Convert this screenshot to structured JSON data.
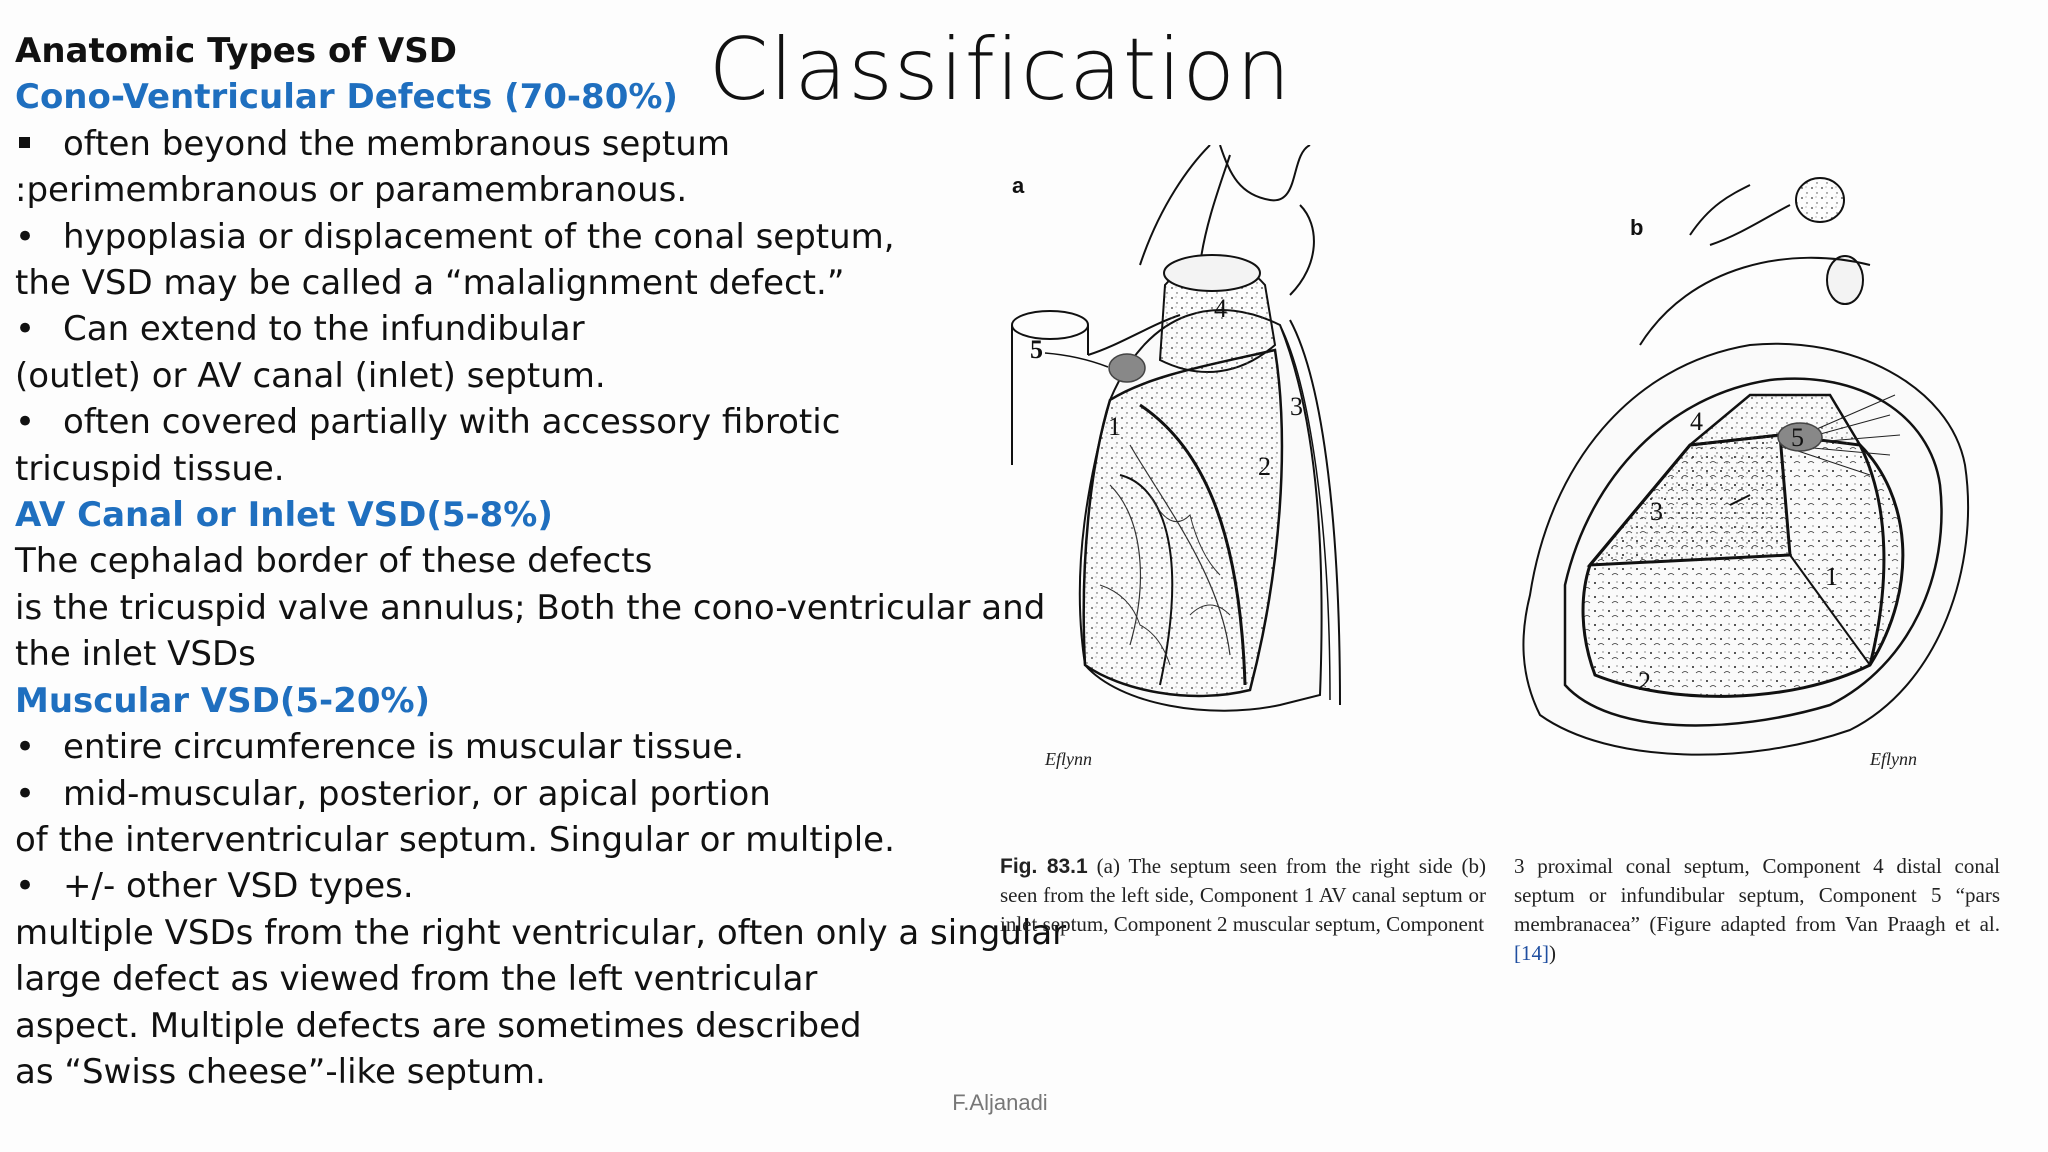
{
  "title": "Classification",
  "lines": [
    {
      "text": "Anatomic Types of VSD",
      "style": "bold"
    },
    {
      "text": "Cono-Ventricular Defects (70-80%)",
      "style": "blue"
    },
    {
      "text": "often beyond the membranous septum",
      "style": "square"
    },
    {
      "text": ":perimembranous or paramembranous.",
      "style": "plain"
    },
    {
      "text": "hypoplasia or displacement of the conal septum,",
      "style": "bullet"
    },
    {
      "text": "the VSD may be called a “malalignment defect.”",
      "style": "plain"
    },
    {
      "text": "Can extend to the infundibular",
      "style": "bullet"
    },
    {
      "text": "(outlet) or AV canal (inlet) septum.",
      "style": "plain"
    },
    {
      "text": "often covered partially with accessory fibrotic",
      "style": "bullet"
    },
    {
      "text": "tricuspid tissue.",
      "style": "plain"
    },
    {
      "text": "AV Canal or Inlet VSD(5-8%)",
      "style": "blue"
    },
    {
      "text": "The cephalad border of these defects",
      "style": "plain"
    },
    {
      "text": "is the tricuspid valve annulus; Both the cono-ventricular and",
      "style": "plain"
    },
    {
      "text": "the inlet VSDs",
      "style": "plain"
    },
    {
      "text": "Muscular VSD(5-20%)",
      "style": "blue"
    },
    {
      "text": "entire circumference is muscular tissue.",
      "style": "bullet"
    },
    {
      "text": "mid-muscular, posterior, or apical portion",
      "style": "bullet"
    },
    {
      "text": "of the interventricular septum. Singular or multiple.",
      "style": "plain"
    },
    {
      "text": "+/- other VSD types.",
      "style": "bullet"
    },
    {
      "text": "multiple VSDs from the right ventricular, often only a singular",
      "style": "plain"
    },
    {
      "text": "large defect as viewed from the left ventricular",
      "style": "plain"
    },
    {
      "text": "aspect. Multiple defects are sometimes described",
      "style": "plain"
    },
    {
      "text": "as “Swiss cheese”-like septum.",
      "style": "plain"
    }
  ],
  "figure": {
    "panel_a": "a",
    "panel_b": "b",
    "labels_a": [
      "1",
      "2",
      "3",
      "4",
      "5"
    ],
    "labels_b": [
      "1",
      "2",
      "3",
      "4",
      "5"
    ],
    "signature": "Eflynn"
  },
  "caption": {
    "label": "Fig. 83.1",
    "col1": "(a) The septum seen from the right side (b) seen from the left side, Component 1 AV canal septum or inlet septum, Component 2 muscular septum, Component",
    "col2_text": "3 proximal conal septum, Component 4 distal conal septum or infundibular septum, Component 5 “pars membranacea” (Figure adapted from Van Praagh et al.",
    "ref": "[14]",
    "col2_end": ")"
  },
  "footer": "F.Aljanadi"
}
